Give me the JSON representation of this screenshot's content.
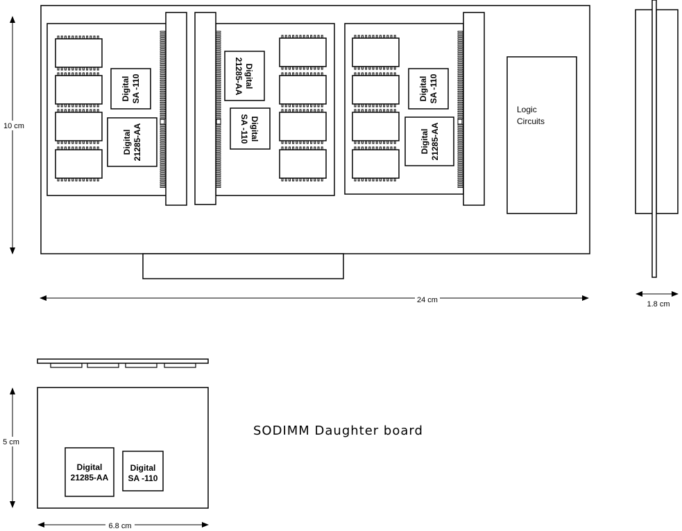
{
  "chips": {
    "cpu": [
      "Digital",
      "SA -110"
    ],
    "bridge": [
      "Digital",
      "21285-AA"
    ]
  },
  "logic": [
    "Logic",
    "Circuits"
  ],
  "dimensions": {
    "height": "10 cm",
    "width": "24 cm",
    "depth": "1.8 cm",
    "sodimm_height": "5 cm",
    "sodimm_width": "6.8 cm"
  },
  "sodimm_title": "SODIMM Daughter board"
}
